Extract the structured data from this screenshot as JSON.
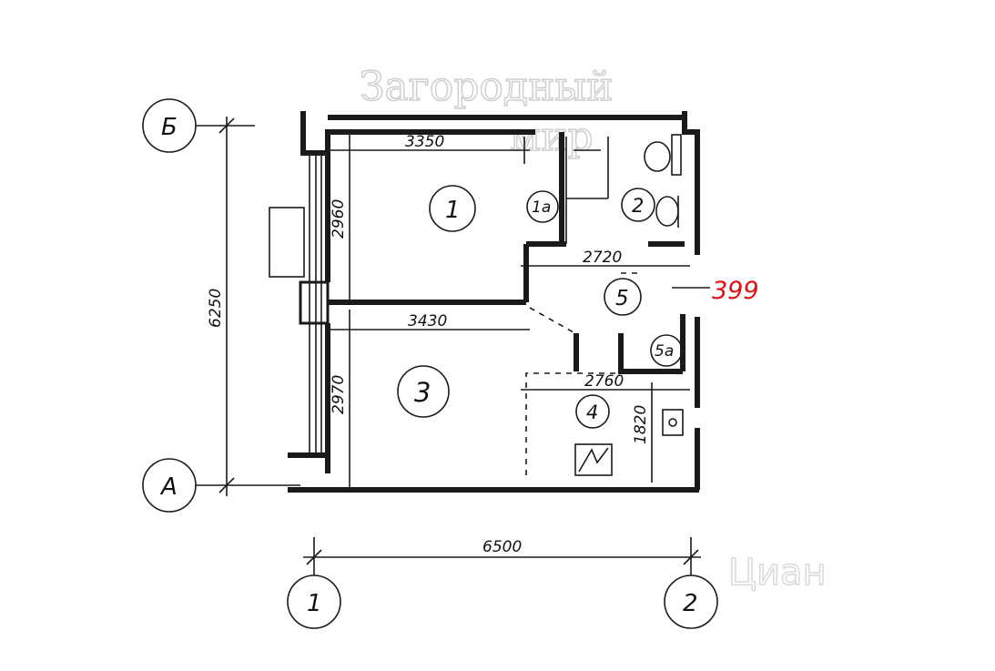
{
  "watermark": {
    "line1": "Загородный",
    "line2": "мир",
    "corner": "Циан"
  },
  "axes": {
    "a": "А",
    "b": "Б",
    "n1": "1",
    "n2": "2"
  },
  "dimensions": {
    "total_width": "6500",
    "total_height": "6250",
    "room1_width": "3350",
    "room1_height": "2960",
    "room3_width": "3430",
    "room3_height": "2970",
    "hall_width": "2720",
    "kitchen_width": "2760",
    "kitchen_height": "1820",
    "marker": "399"
  },
  "rooms": {
    "r1": "1",
    "r1a": "1а",
    "r2": "2",
    "r3": "3",
    "r4": "4",
    "r5": "5",
    "r5a": "5а"
  }
}
